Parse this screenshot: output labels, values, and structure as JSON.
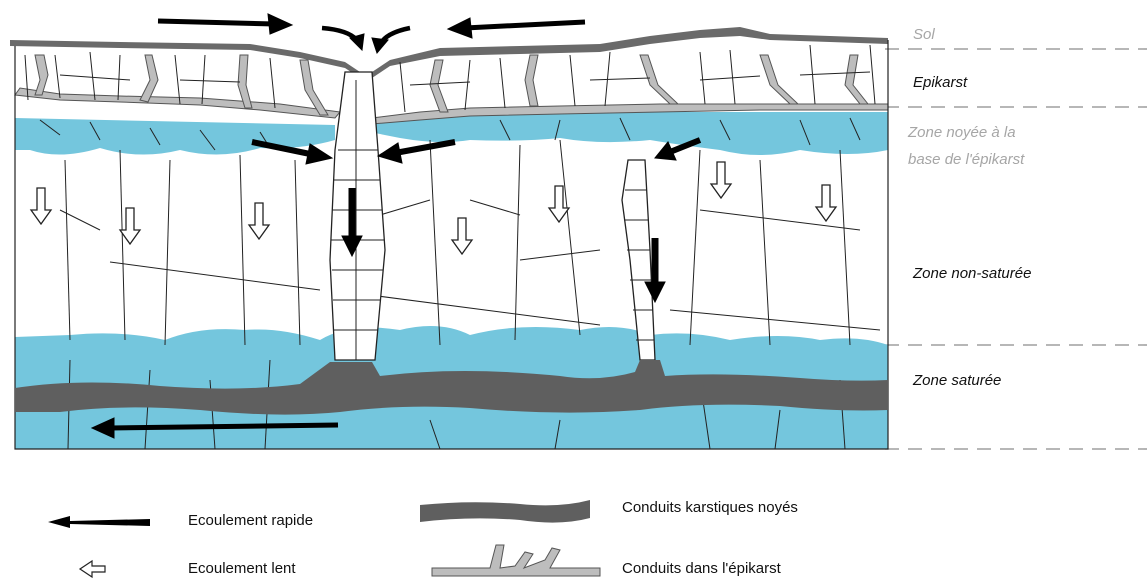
{
  "zones": {
    "sol": "Sol",
    "epikarst": "Epikarst",
    "zone_noyee_line1": "Zone noyée à la",
    "zone_noyee_line2": "base de l'épikarst",
    "zone_non_saturee": "Zone non-saturée",
    "zone_saturee": "Zone saturée"
  },
  "legend": {
    "ecoulement_rapide": "Ecoulement rapide",
    "ecoulement_lent": "Ecoulement lent",
    "conduits_noyes": "Conduits karstiques noyés",
    "conduits_epikarst": "Conduits dans l'épikarst"
  },
  "colors": {
    "water": "#74c6dd",
    "conduit": "#5f5f5f",
    "epikarst_conduit": "#bdbdbd",
    "rock_line": "#222222",
    "dashed": "#8c8c8c"
  }
}
